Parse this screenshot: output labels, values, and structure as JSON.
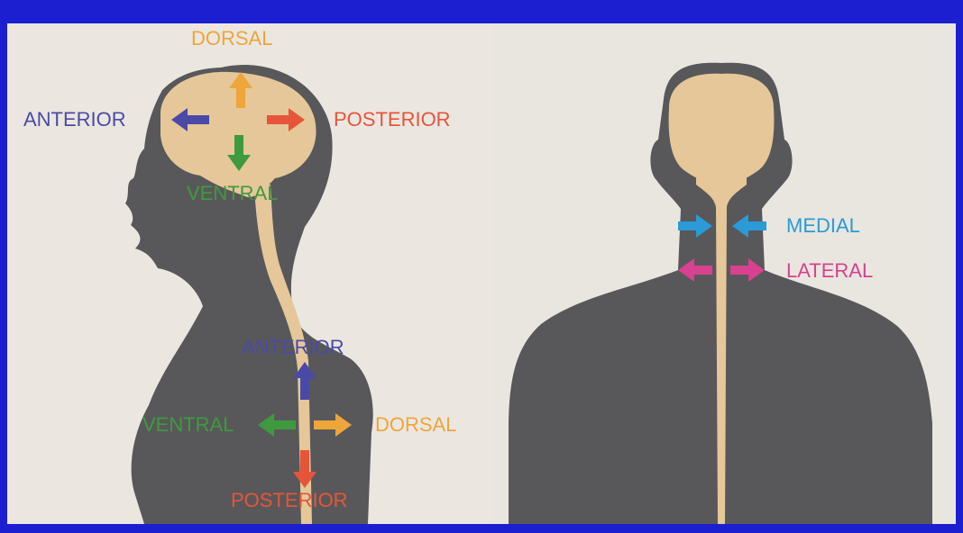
{
  "figure": {
    "background_color": "#1b1fd0",
    "panel_color": "#eeeae3",
    "silhouette_color": "#58585a",
    "brain_color": "#e5c79a"
  },
  "left_panel": {
    "brain_labels": {
      "dorsal": "DORSAL",
      "anterior": "ANTERIOR",
      "posterior": "POSTERIOR",
      "ventral": "VENTRAL"
    },
    "spine_labels": {
      "anterior": "ANTERIOR",
      "ventral": "VENTRAL",
      "dorsal": "DORSAL",
      "posterior": "POSTERIOR"
    }
  },
  "right_panel": {
    "medial": "MEDIAL",
    "lateral": "LATERAL"
  },
  "colors": {
    "dorsal": "#eea53a",
    "anterior": "#4a4aa6",
    "posterior": "#e6553a",
    "ventral": "#3f9a3f",
    "medial": "#2b9ad6",
    "lateral": "#d8418f"
  }
}
